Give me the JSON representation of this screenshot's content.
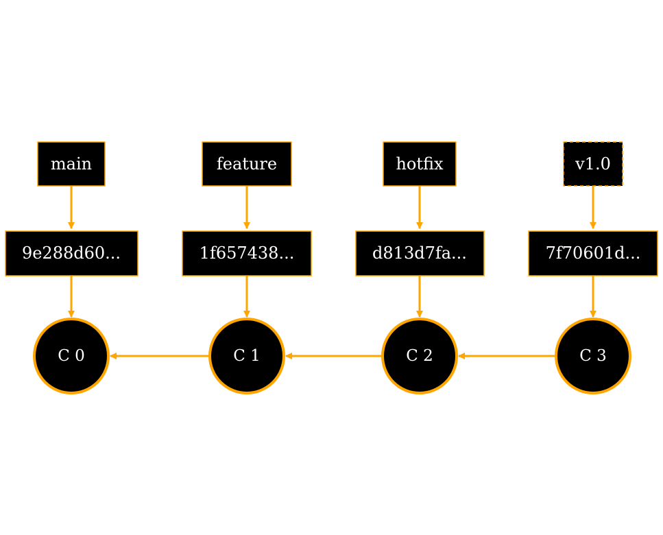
{
  "colors": {
    "accent": "#FFA500",
    "node_fill": "#000000",
    "text": "#FFFFFF",
    "background": "#FFFFFF"
  },
  "refs": [
    {
      "label": "main",
      "style": "solid"
    },
    {
      "label": "feature",
      "style": "solid"
    },
    {
      "label": "hotfix",
      "style": "solid"
    },
    {
      "label": "v1.0",
      "style": "dashed"
    }
  ],
  "hashes": [
    {
      "label": "9e288d60..."
    },
    {
      "label": "1f657438..."
    },
    {
      "label": "d813d7fa..."
    },
    {
      "label": "7f70601d..."
    }
  ],
  "commits": [
    {
      "label": "C 0"
    },
    {
      "label": "C 1"
    },
    {
      "label": "C 2"
    },
    {
      "label": "C 3"
    }
  ],
  "parent_edges": [
    {
      "from": "C 1",
      "to": "C 0"
    },
    {
      "from": "C 2",
      "to": "C 1"
    },
    {
      "from": "C 3",
      "to": "C 2"
    }
  ]
}
